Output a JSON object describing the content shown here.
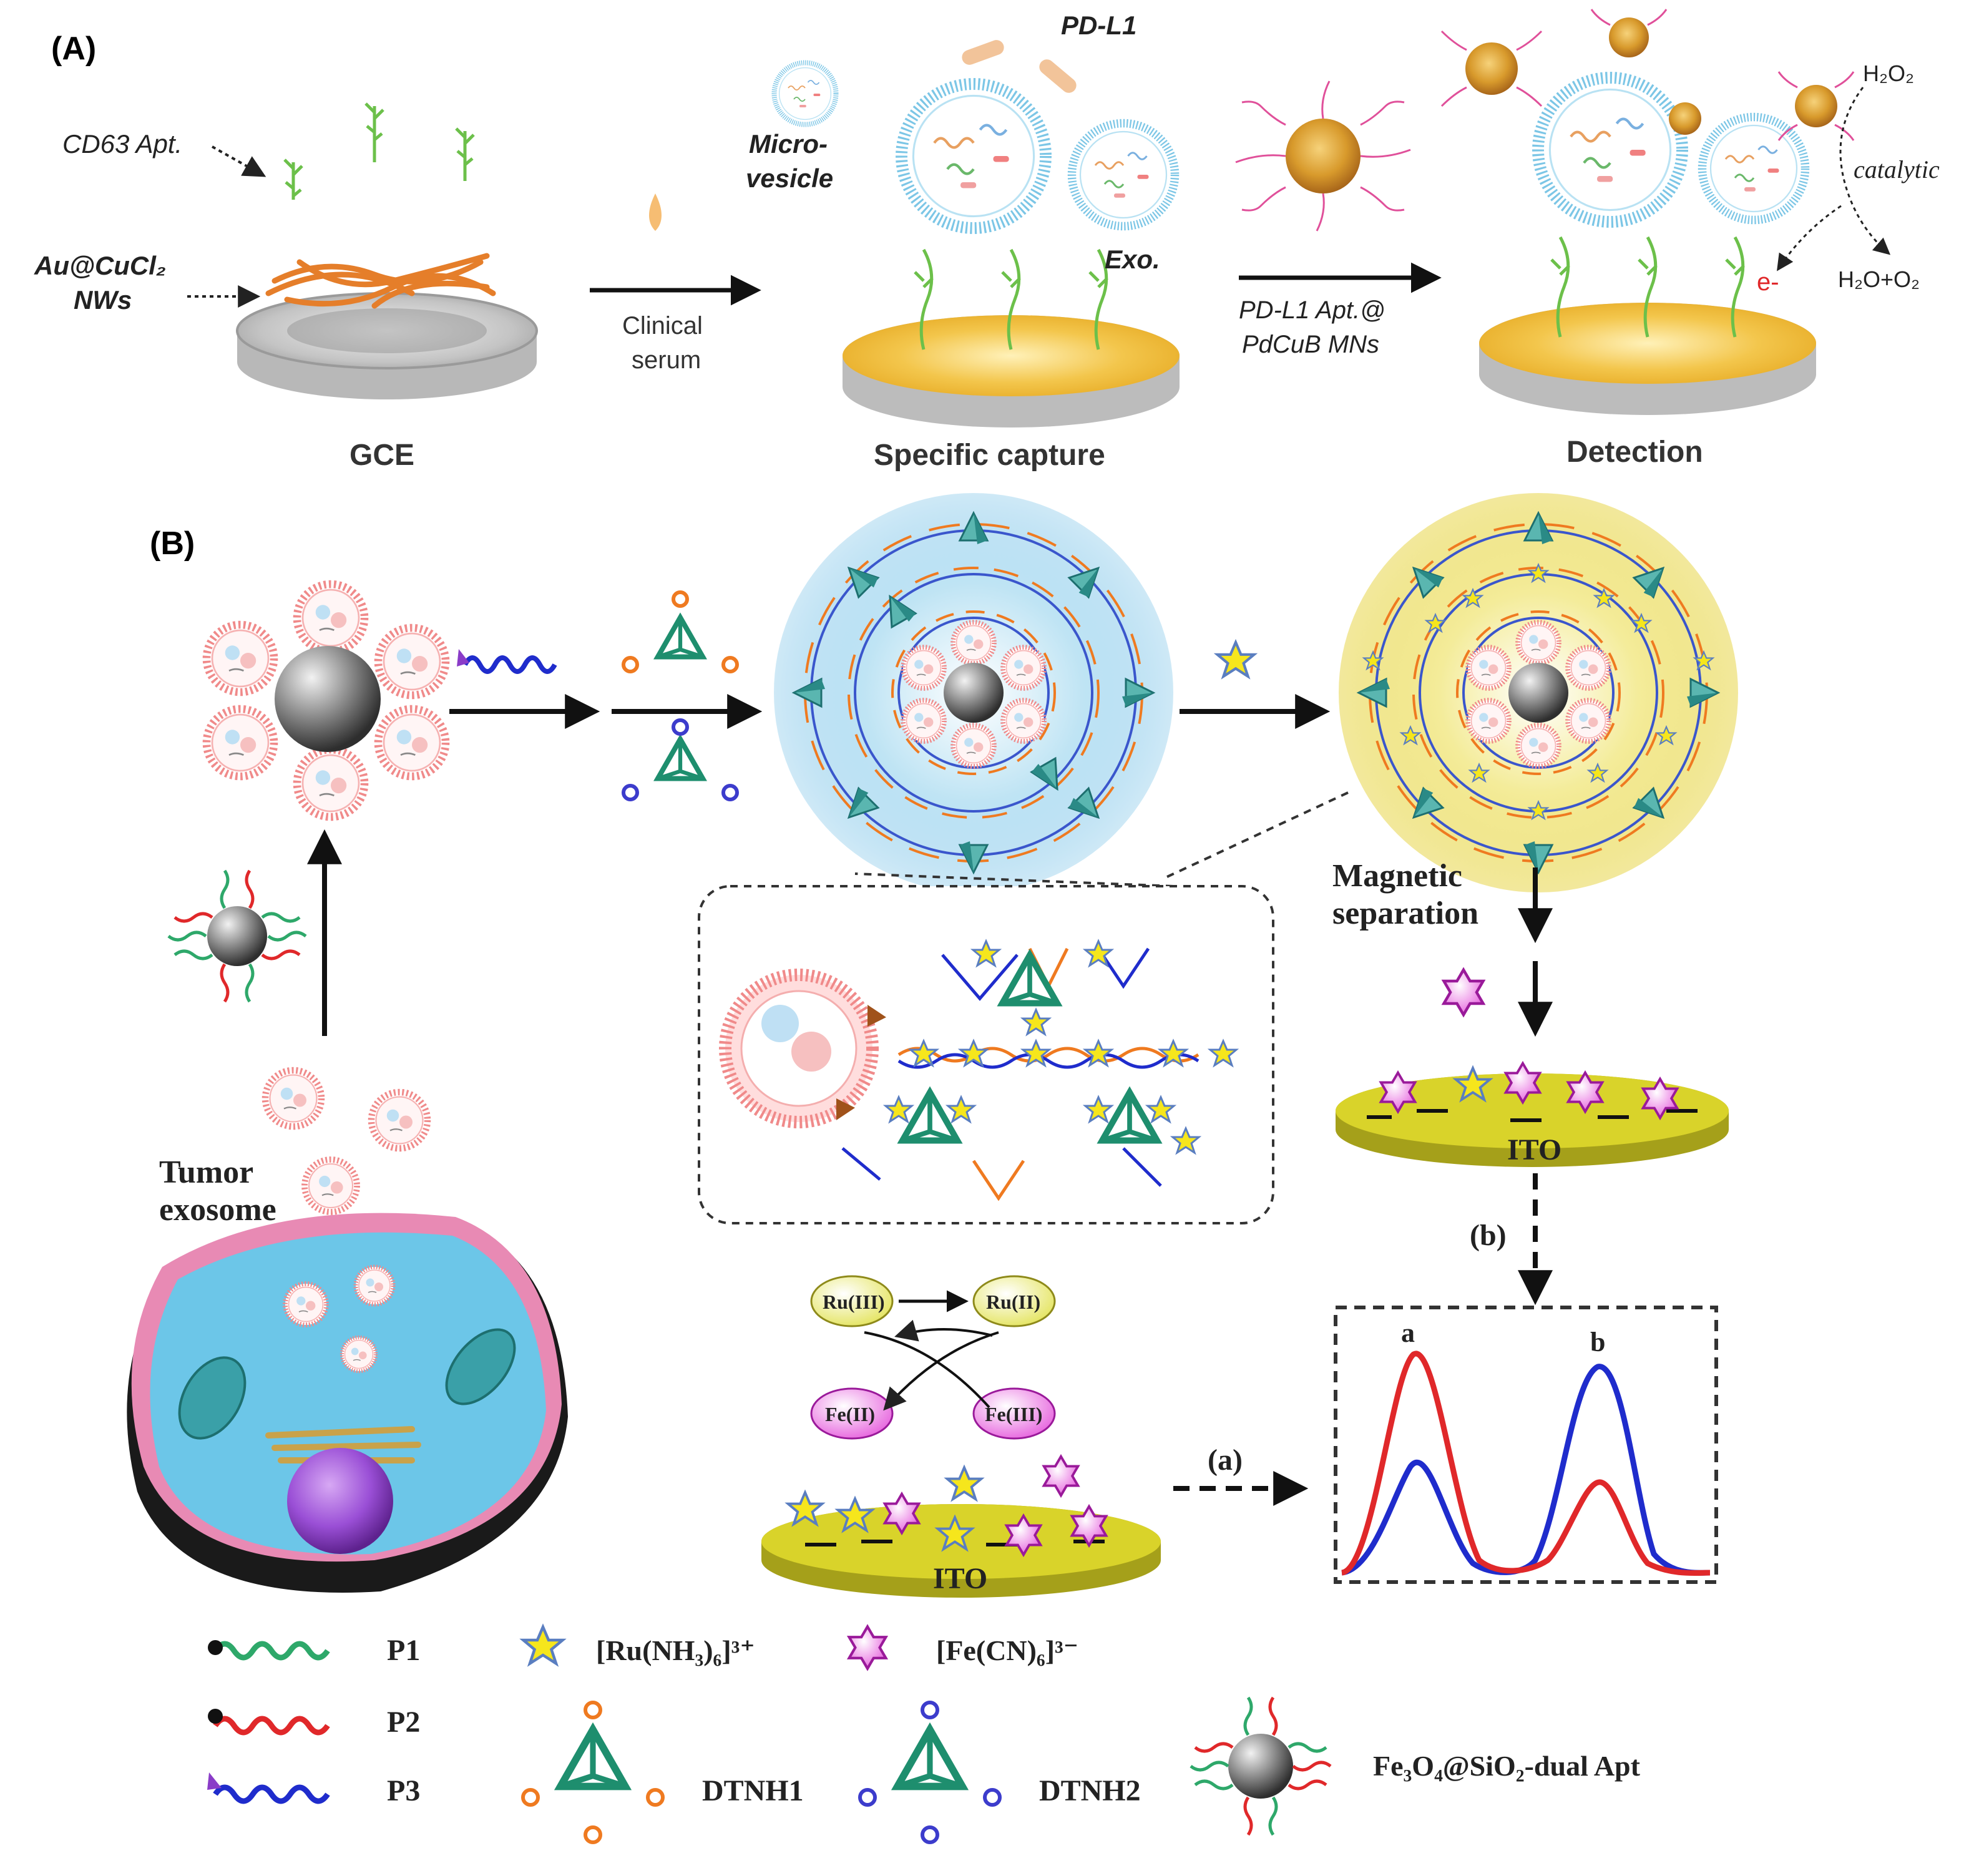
{
  "panel_a": {
    "label": "(A)",
    "cd63_apt": "CD63 Apt.",
    "au_cucl2_line1": "Au@CuCl₂",
    "au_cucl2_line2": "NWs",
    "microvesicle_line1": "Micro-",
    "microvesicle_line2": "vesicle",
    "pd_l1": "PD-L1",
    "exo": "Exo.",
    "clinical_line1": "Clinical",
    "clinical_line2": "serum",
    "pdl1_apt_line1": "PD-L1 Apt.@",
    "pdl1_apt_line2": "PdCuB MNs",
    "h2o2": "H₂O₂",
    "catalytic": "catalytic",
    "h2o_o2": "H₂O+O₂",
    "electron": "e-",
    "gce": "GCE",
    "specific_capture": "Specific capture",
    "detection": "Detection"
  },
  "panel_b": {
    "label": "(B)",
    "tumor_line1": "Tumor",
    "tumor_line2": "exosome",
    "magnetic_line1": "Magnetic",
    "magnetic_line2": "separation",
    "ito_top": "ITO",
    "ito_bottom": "ITO",
    "step_b": "(b)",
    "step_a": "(a)",
    "ru3": "Ru(III)",
    "ru2": "Ru(II)",
    "fe2": "Fe(II)",
    "fe3": "Fe(III)",
    "peak_a": "a",
    "peak_b": "b"
  },
  "legend": {
    "p1": "P1",
    "p2": "P2",
    "p3": "P3",
    "ru_complex": "[Ru(NH₃)₆]³⁺",
    "fe_complex": "[Fe(CN)₆]³⁻",
    "dtnh1": "DTNH1",
    "dtnh2": "DTNH2",
    "fe3o4": "Fe₃O₄@SiO₂-dual Apt"
  },
  "colors": {
    "p1_green": "#2ea86a",
    "p2_red": "#e0282a",
    "p3_blue": "#1f2ccc",
    "gold_surface": "#d9d32a",
    "ru_star": "#f4e61a",
    "fe_star": "#d22cc8",
    "exosome_pink": "#f08a8a",
    "tetra_teal": "#2a9a8a",
    "cell_blue": "#6cc6e8",
    "cell_pink": "#e68ab0",
    "nucleus_purple": "#8a3cc8"
  }
}
